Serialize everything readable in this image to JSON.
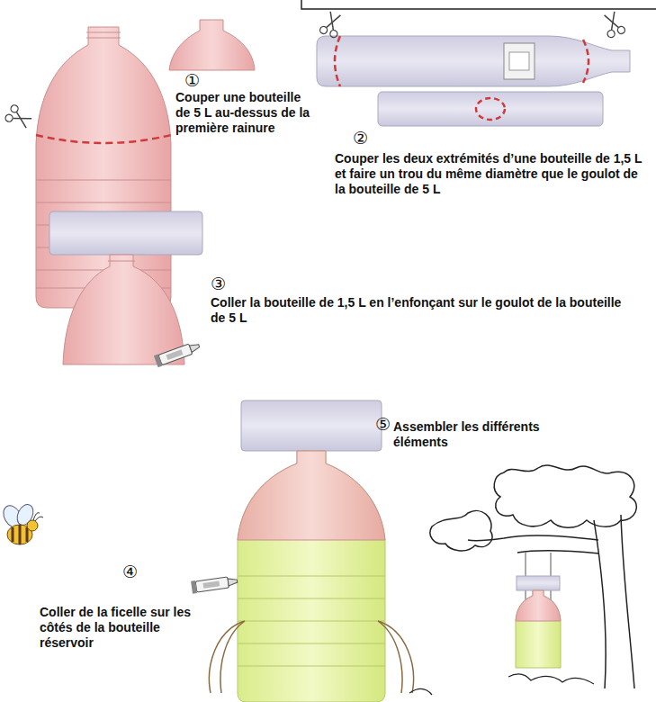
{
  "diagram": {
    "labels": [
      "①",
      "Couper une bouteille de 5 L au-dessus de la première rainure",
      "②",
      "Couper les deux extrémités d’une bouteille de 1,5 L et faire un trou du même diamètre que le goulot de la bouteille de 5 L",
      "③",
      "Coller la bouteille de 1,5 L en l’enfonçant sur le goulot de la bouteille de 5 L",
      "⑤",
      "Assembler les différents éléments",
      "④",
      "Coller de la ficelle sur les côtés de la bouteille réservoir"
    ]
  }
}
